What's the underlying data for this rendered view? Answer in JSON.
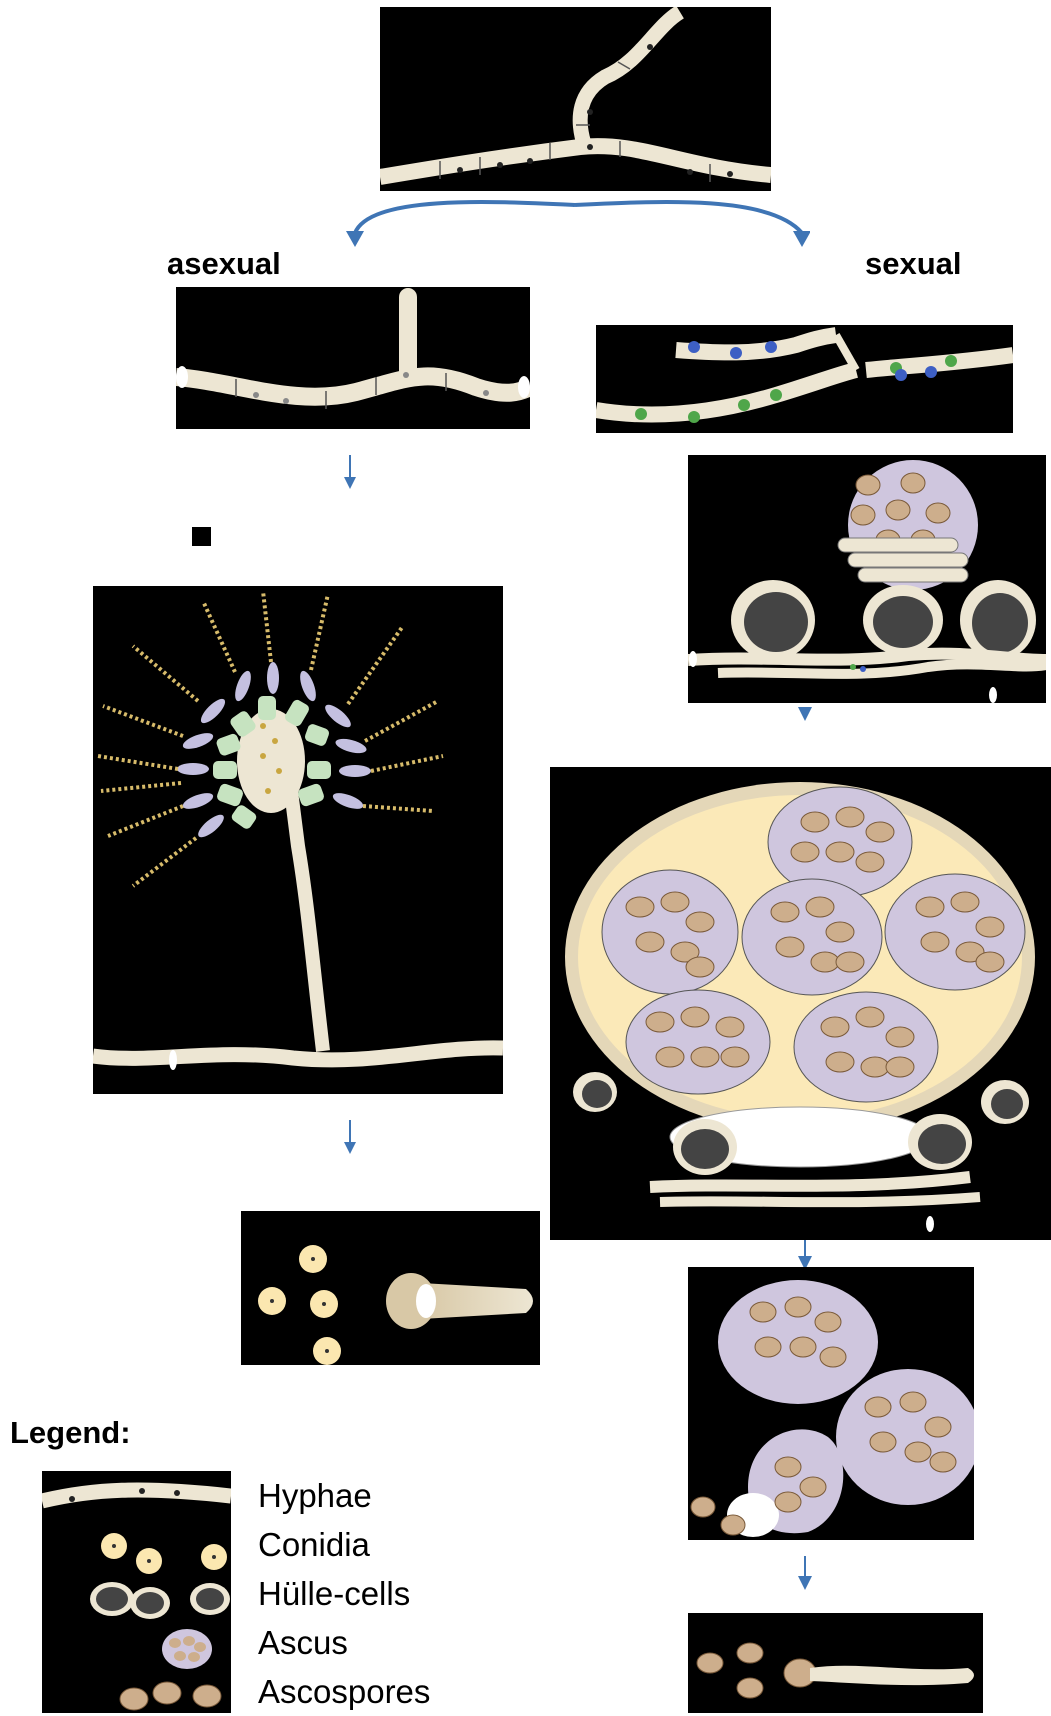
{
  "labels": {
    "asexual": "asexual",
    "sexual": "sexual",
    "legend_title": "Legend:"
  },
  "legend": {
    "items": [
      "Hyphae",
      "Conidia",
      "Hülle-cells",
      "Ascus",
      "Ascospores"
    ]
  },
  "colors": {
    "background": "#000000",
    "hypha": "#EDE6D3",
    "conidium": "#FBE7B0",
    "ascus": "#CFC6DE",
    "ascospore": "#CDAE8C",
    "cleistothecium": "#FBE9B8",
    "phialide": "#BFC7E0",
    "metula": "#C6E3C0",
    "arrow": "#3F75B5",
    "nucleus_green": "#4FA64A",
    "nucleus_blue": "#3D5FC4"
  }
}
